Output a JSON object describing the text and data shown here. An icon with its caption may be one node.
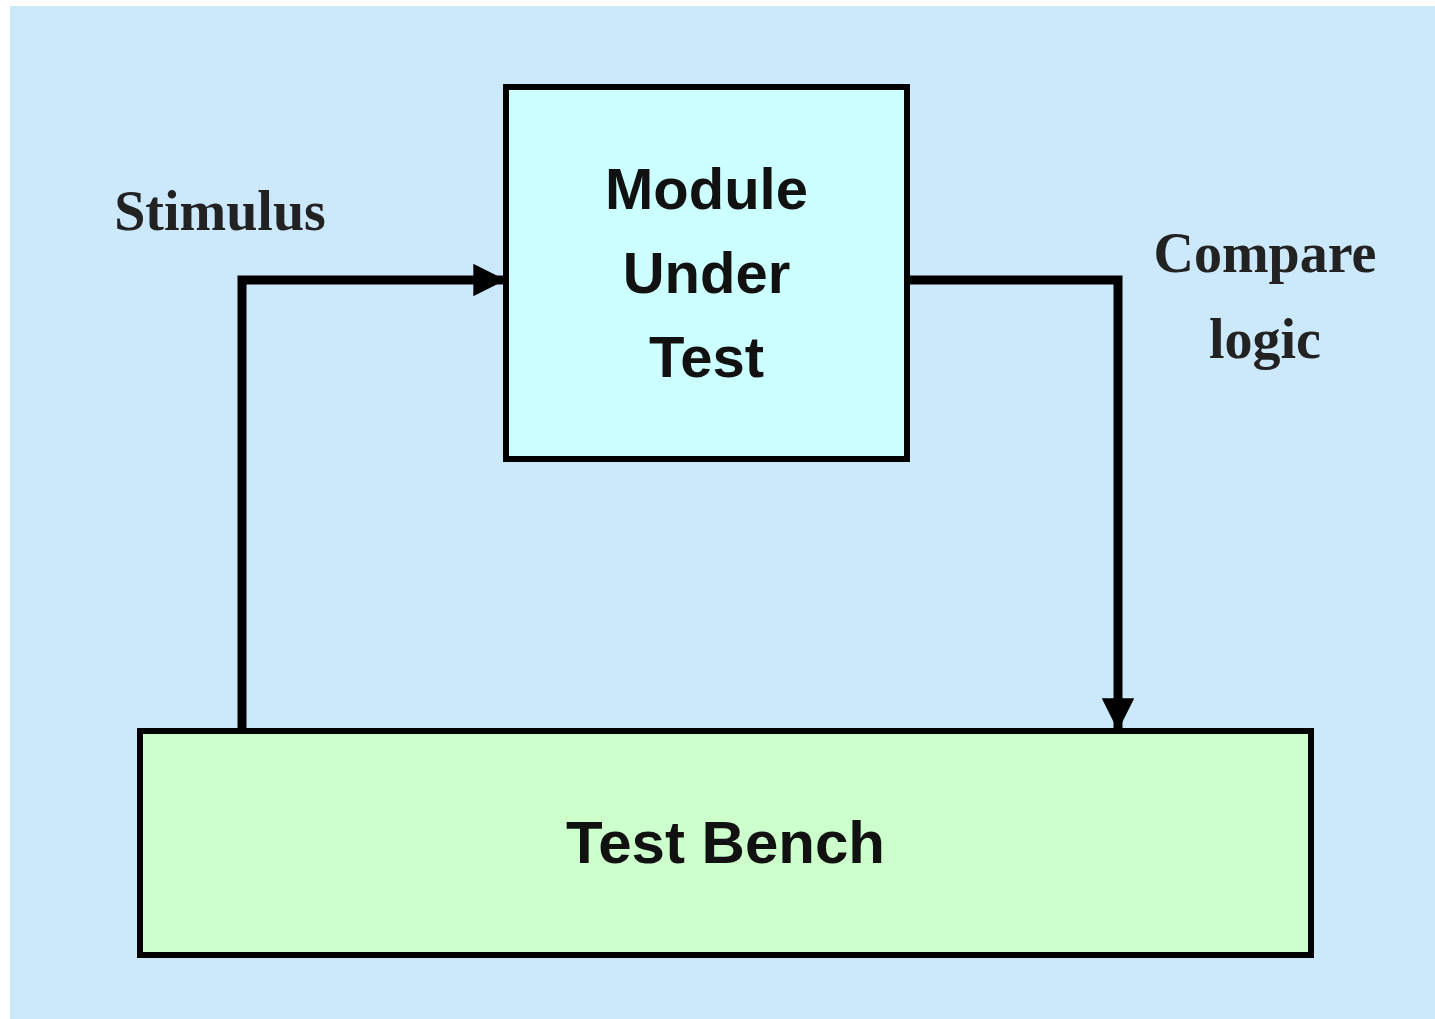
{
  "diagram": {
    "nodes": [
      {
        "text": [
          "Module Under Test"
        ]
      },
      {
        "text": [
          "Test Bench"
        ]
      }
    ],
    "edges": [
      {
        "from": 1,
        "to": 0,
        "arrow": "to",
        "label": "Stimulus"
      },
      {
        "from": 0,
        "to": 1,
        "arrow": "to",
        "label": "Compare logic"
      }
    ]
  }
}
